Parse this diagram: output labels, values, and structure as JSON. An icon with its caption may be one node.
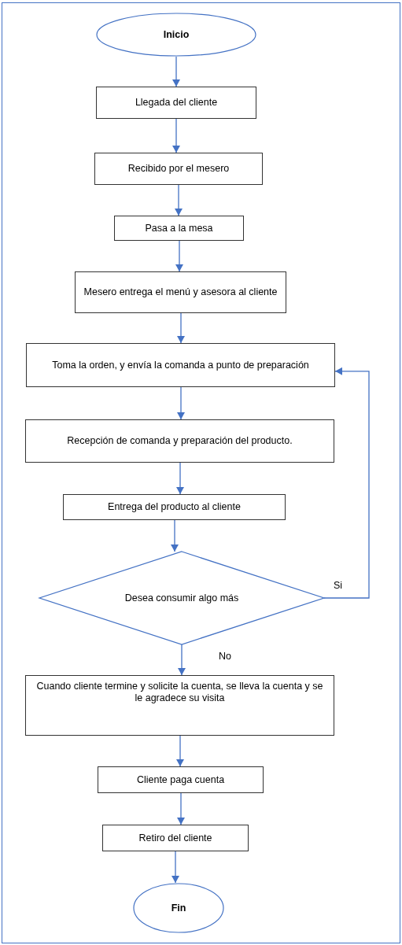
{
  "diagram": {
    "nodes": [
      {
        "text": [
          "Inicio"
        ]
      },
      {
        "text": [
          "Llegada del cliente"
        ]
      },
      {
        "text": [
          "Recibido por el mesero"
        ]
      },
      {
        "text": [
          "Pasa a la mesa"
        ]
      },
      {
        "text": [
          "Mesero entrega el menú y asesora al cliente"
        ]
      },
      {
        "text": [
          "Toma la orden, y envía la comanda a punto de preparación"
        ]
      },
      {
        "text": [
          "Recepción de comanda y preparación del producto."
        ]
      },
      {
        "text": [
          "Entrega del producto al cliente"
        ]
      },
      {
        "text": [
          "Desea consumir algo más"
        ]
      },
      {
        "text": [
          "Cuando cliente termine y solicite la cuenta, se lleva la cuenta y se le agradece su visita"
        ]
      },
      {
        "text": [
          "Cliente paga cuenta"
        ]
      },
      {
        "text": [
          "Retiro del cliente"
        ]
      },
      {
        "text": [
          "Fin"
        ]
      }
    ],
    "edges": [
      {
        "from": 0,
        "to": 1,
        "arrow": "to"
      },
      {
        "from": 1,
        "to": 2,
        "arrow": "to"
      },
      {
        "from": 2,
        "to": 3,
        "arrow": "to"
      },
      {
        "from": 3,
        "to": 4,
        "arrow": "to"
      },
      {
        "from": 4,
        "to": 5,
        "arrow": "to"
      },
      {
        "from": 5,
        "to": 6,
        "arrow": "to"
      },
      {
        "from": 6,
        "to": 7,
        "arrow": "to"
      },
      {
        "from": 7,
        "to": 8,
        "arrow": "to"
      },
      {
        "from": 8,
        "to": 9,
        "label": "No",
        "arrow": "to"
      },
      {
        "from": 8,
        "to": 5,
        "label": "Si",
        "arrow": "to"
      },
      {
        "from": 9,
        "to": 10,
        "arrow": "to"
      },
      {
        "from": 10,
        "to": 11,
        "arrow": "to"
      },
      {
        "from": 11,
        "to": 12,
        "arrow": "to"
      }
    ]
  }
}
